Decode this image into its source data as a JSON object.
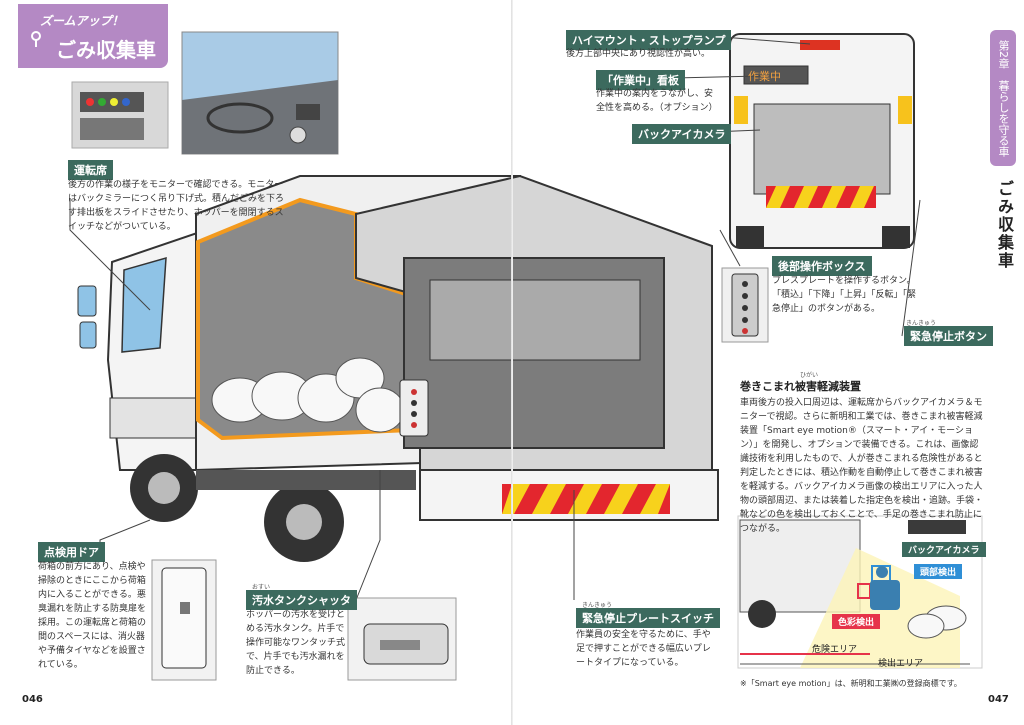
{
  "header": {
    "zoom_label": "ズームアップ！",
    "title": "ごみ収集車"
  },
  "left_page": {
    "page_number": "046",
    "callouts": {
      "driver_seat": {
        "heading": "運転席",
        "body": "後方の作業の様子をモニターで確認できる。モニターはバックミラーにつく吊り下げ式。積んだごみを下ろす排出板をスライドさせたり、ホッパーを開閉するスイッチなどがついている。"
      },
      "inspection_door": {
        "heading": "点検用ドア",
        "body": "荷箱の前方にあり、点検や掃除のときにここから荷箱内に入ることができる。悪臭漏れを防止する防臭扉を採用。この運転席と荷箱の間のスペースには、消火器や予備タイヤなどを設置されている。"
      },
      "waste_tank_shutter": {
        "ruby": "おすい",
        "heading": "汚水タンクシャッタ",
        "body": "ホッパーの汚水を受けとめる汚水タンク。片手で操作可能なワンタッチ式で、片手でも汚水漏れを防止できる。"
      }
    }
  },
  "right_page": {
    "page_number": "047",
    "side_tab": "第2章　暮らしを守る車",
    "side_title": "ごみ収集車",
    "callouts": {
      "high_mount_lamp": {
        "heading": "ハイマウント・ストップランプ",
        "body": "後方上部中央にあり視認性が高い。"
      },
      "working_sign": {
        "heading": "「作業中」看板",
        "body": "作業中の案内をうながし、安全性を高める。（オプション）",
        "sign_text": "作業中"
      },
      "back_camera": {
        "heading": "バックアイカメラ"
      },
      "rear_control_box": {
        "heading": "後部操作ボックス",
        "body": "プレスプレートを操作するボタン。「積込」「下降」「上昇」「反転」「緊急停止」のボタンがある。"
      },
      "emergency_stop": {
        "ruby": "きんきゅう",
        "heading": "緊急停止ボタン"
      },
      "emergency_plate_switch": {
        "ruby": "きんきゅう",
        "heading": "緊急停止プレートスイッチ",
        "body": "作業員の安全を守るために、手や足で押すことができる幅広いプレートタイプになっている。"
      }
    },
    "section": {
      "ruby": "ひがい",
      "heading": "巻きこまれ被害軽減装置",
      "body": "車両後方の投入口周辺は、運転席からバックアイカメラ＆モニターで視認。さらに新明和工業では、巻きこまれ被害軽減装置「Smart eye motion®（スマート・アイ・モーション）」を開発し、オプションで装備できる。これは、画像認識技術を利用したもので、人が巻きこまれる危険性があると判定したときには、積込作動を自動停止して巻きこまれ被害を軽減する。バックアイカメラ画像の検出エリアに入った人物の頭部周辺、または装着した指定色を検出・追跡。手袋・靴などの色を検出しておくことで、手足の巻きこまれ防止につながる。"
    },
    "diagram_labels": {
      "back_camera": "バックアイカメラ",
      "head_detect": "頭部検出",
      "color_detect": "色彩検出",
      "danger_area": "危険エリア",
      "detect_area": "検出エリア"
    },
    "footnote": "※「Smart eye motion」は、新明和工業㈱の登録商標です。"
  },
  "colors": {
    "accent_purple": "#b489c4",
    "callout_green": "#3c6a5e",
    "highlight_orange": "#f39a1e",
    "blue_label": "#2f8fd6",
    "red_label": "#e6334a"
  }
}
